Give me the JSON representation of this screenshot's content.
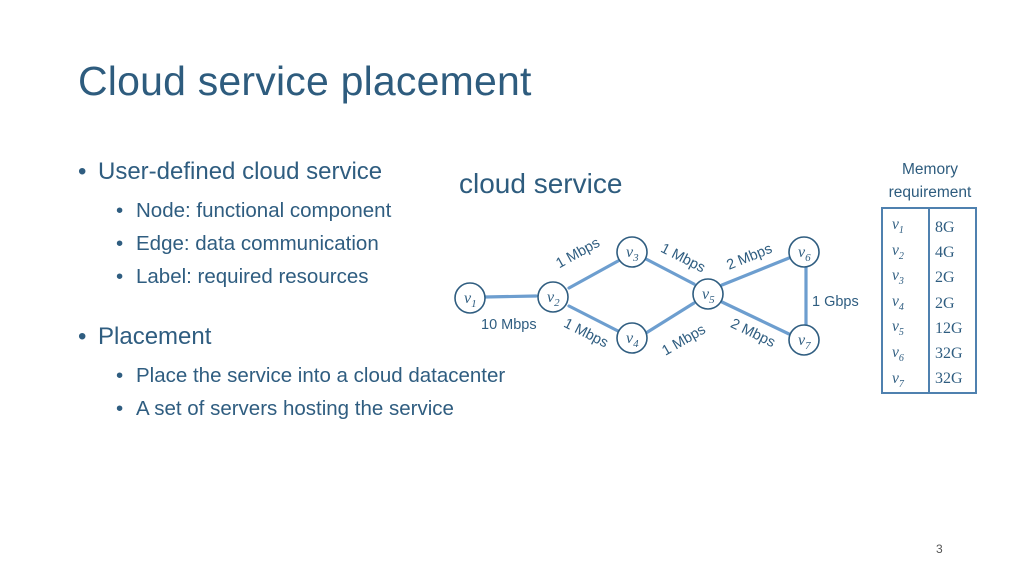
{
  "title": "Cloud service placement",
  "bullets": {
    "b1": "User-defined cloud service",
    "b1_items": [
      "Node: functional component",
      "Edge: data communication",
      "Label: required resources"
    ],
    "b2": "Placement",
    "b2_items": [
      "Place the service into a cloud datacenter",
      "A set of servers hosting the service"
    ]
  },
  "diagram": {
    "label": "cloud service",
    "nodes": [
      {
        "id": "v1",
        "base": "v",
        "sub": "1"
      },
      {
        "id": "v2",
        "base": "v",
        "sub": "2"
      },
      {
        "id": "v3",
        "base": "v",
        "sub": "3"
      },
      {
        "id": "v4",
        "base": "v",
        "sub": "4"
      },
      {
        "id": "v5",
        "base": "v",
        "sub": "5"
      },
      {
        "id": "v6",
        "base": "v",
        "sub": "6"
      },
      {
        "id": "v7",
        "base": "v",
        "sub": "7"
      }
    ],
    "edges": [
      {
        "from": "v1",
        "to": "v2",
        "label": "10 Mbps"
      },
      {
        "from": "v2",
        "to": "v3",
        "label": "1 Mbps"
      },
      {
        "from": "v2",
        "to": "v4",
        "label": "1 Mbps"
      },
      {
        "from": "v3",
        "to": "v5",
        "label": "1 Mbps"
      },
      {
        "from": "v4",
        "to": "v5",
        "label": "1 Mbps"
      },
      {
        "from": "v5",
        "to": "v6",
        "label": "2 Mbps"
      },
      {
        "from": "v5",
        "to": "v7",
        "label": "2 Mbps"
      },
      {
        "from": "v6",
        "to": "v7",
        "label": "1 Gbps"
      }
    ]
  },
  "memory": {
    "title_line1": "Memory",
    "title_line2": "requirement",
    "rows": [
      {
        "node_sub": "1",
        "value": "8G"
      },
      {
        "node_sub": "2",
        "value": "4G"
      },
      {
        "node_sub": "3",
        "value": "2G"
      },
      {
        "node_sub": "4",
        "value": "2G"
      },
      {
        "node_sub": "5",
        "value": "12G"
      },
      {
        "node_sub": "6",
        "value": "32G"
      },
      {
        "node_sub": "7",
        "value": "32G"
      }
    ]
  },
  "page_number": "3"
}
